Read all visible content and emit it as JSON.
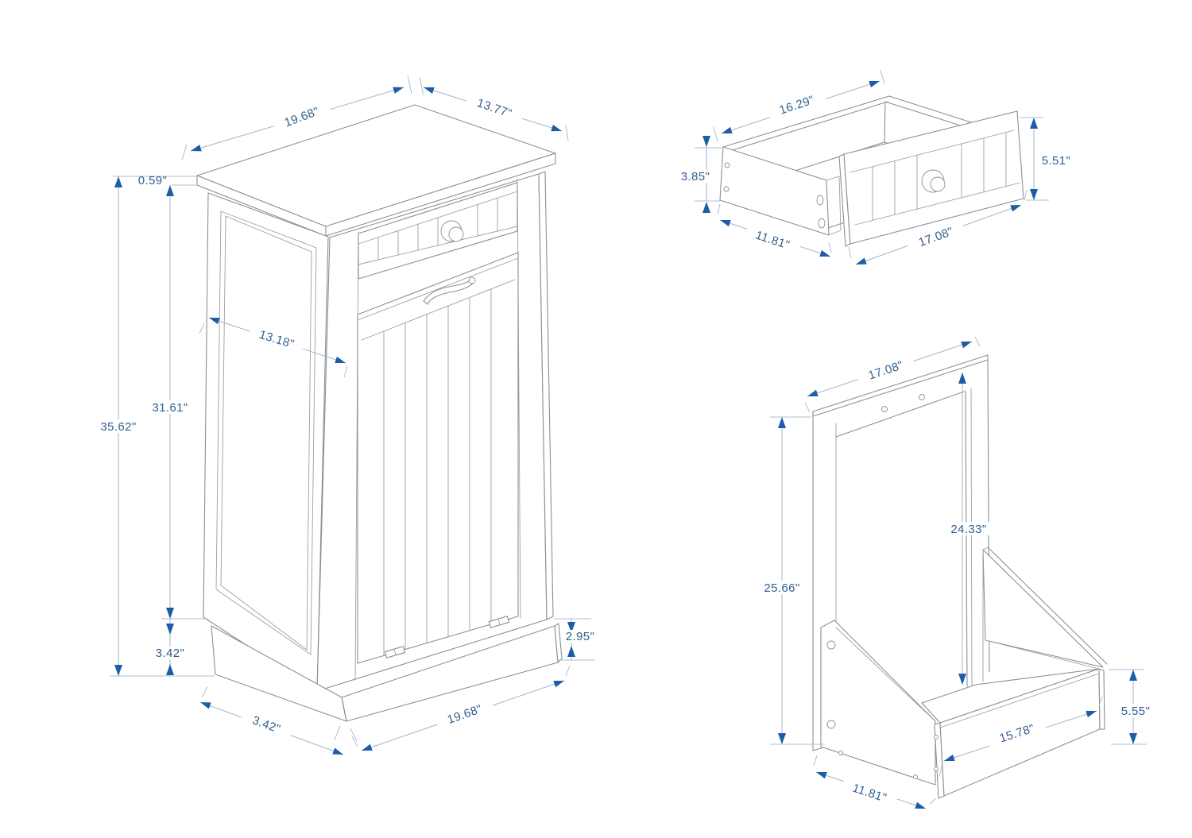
{
  "page": {
    "background": "#ffffff",
    "type": "furniture-dimension-diagram",
    "product": "tilt-out hamper cabinet with drawer"
  },
  "colors": {
    "dimension_text": "#30608f",
    "dimension_line": "#a3b6cb",
    "arrow": "#1d5ca6",
    "furniture_line": "#8b9095"
  },
  "views": {
    "cabinet": {
      "name": "assembled-cabinet-view",
      "dims": {
        "top_width": "19.68\"",
        "top_depth": "13.77\"",
        "top_thickness": "0.59\"",
        "side_panel_width": "13.18\"",
        "case_height": "31.61\"",
        "overall_height": "35.62\"",
        "base_height_side": "3.42\"",
        "base_height_front": "2.95\"",
        "base_depth": "3.42\"",
        "bottom_width": "19.68\""
      }
    },
    "drawer": {
      "name": "drawer-view",
      "dims": {
        "back_width": "16.29\"",
        "side_height": "3.85\"",
        "depth": "11.81\"",
        "front_width": "17.08\"",
        "front_height": "5.51\""
      }
    },
    "hamper": {
      "name": "tilt-out-hamper-frame-view",
      "dims": {
        "frame_width": "17.08\"",
        "opening_height": "24.33\"",
        "frame_height": "25.66\"",
        "front_height": "5.55\"",
        "front_width": "15.78\"",
        "depth": "11.81\""
      }
    }
  }
}
